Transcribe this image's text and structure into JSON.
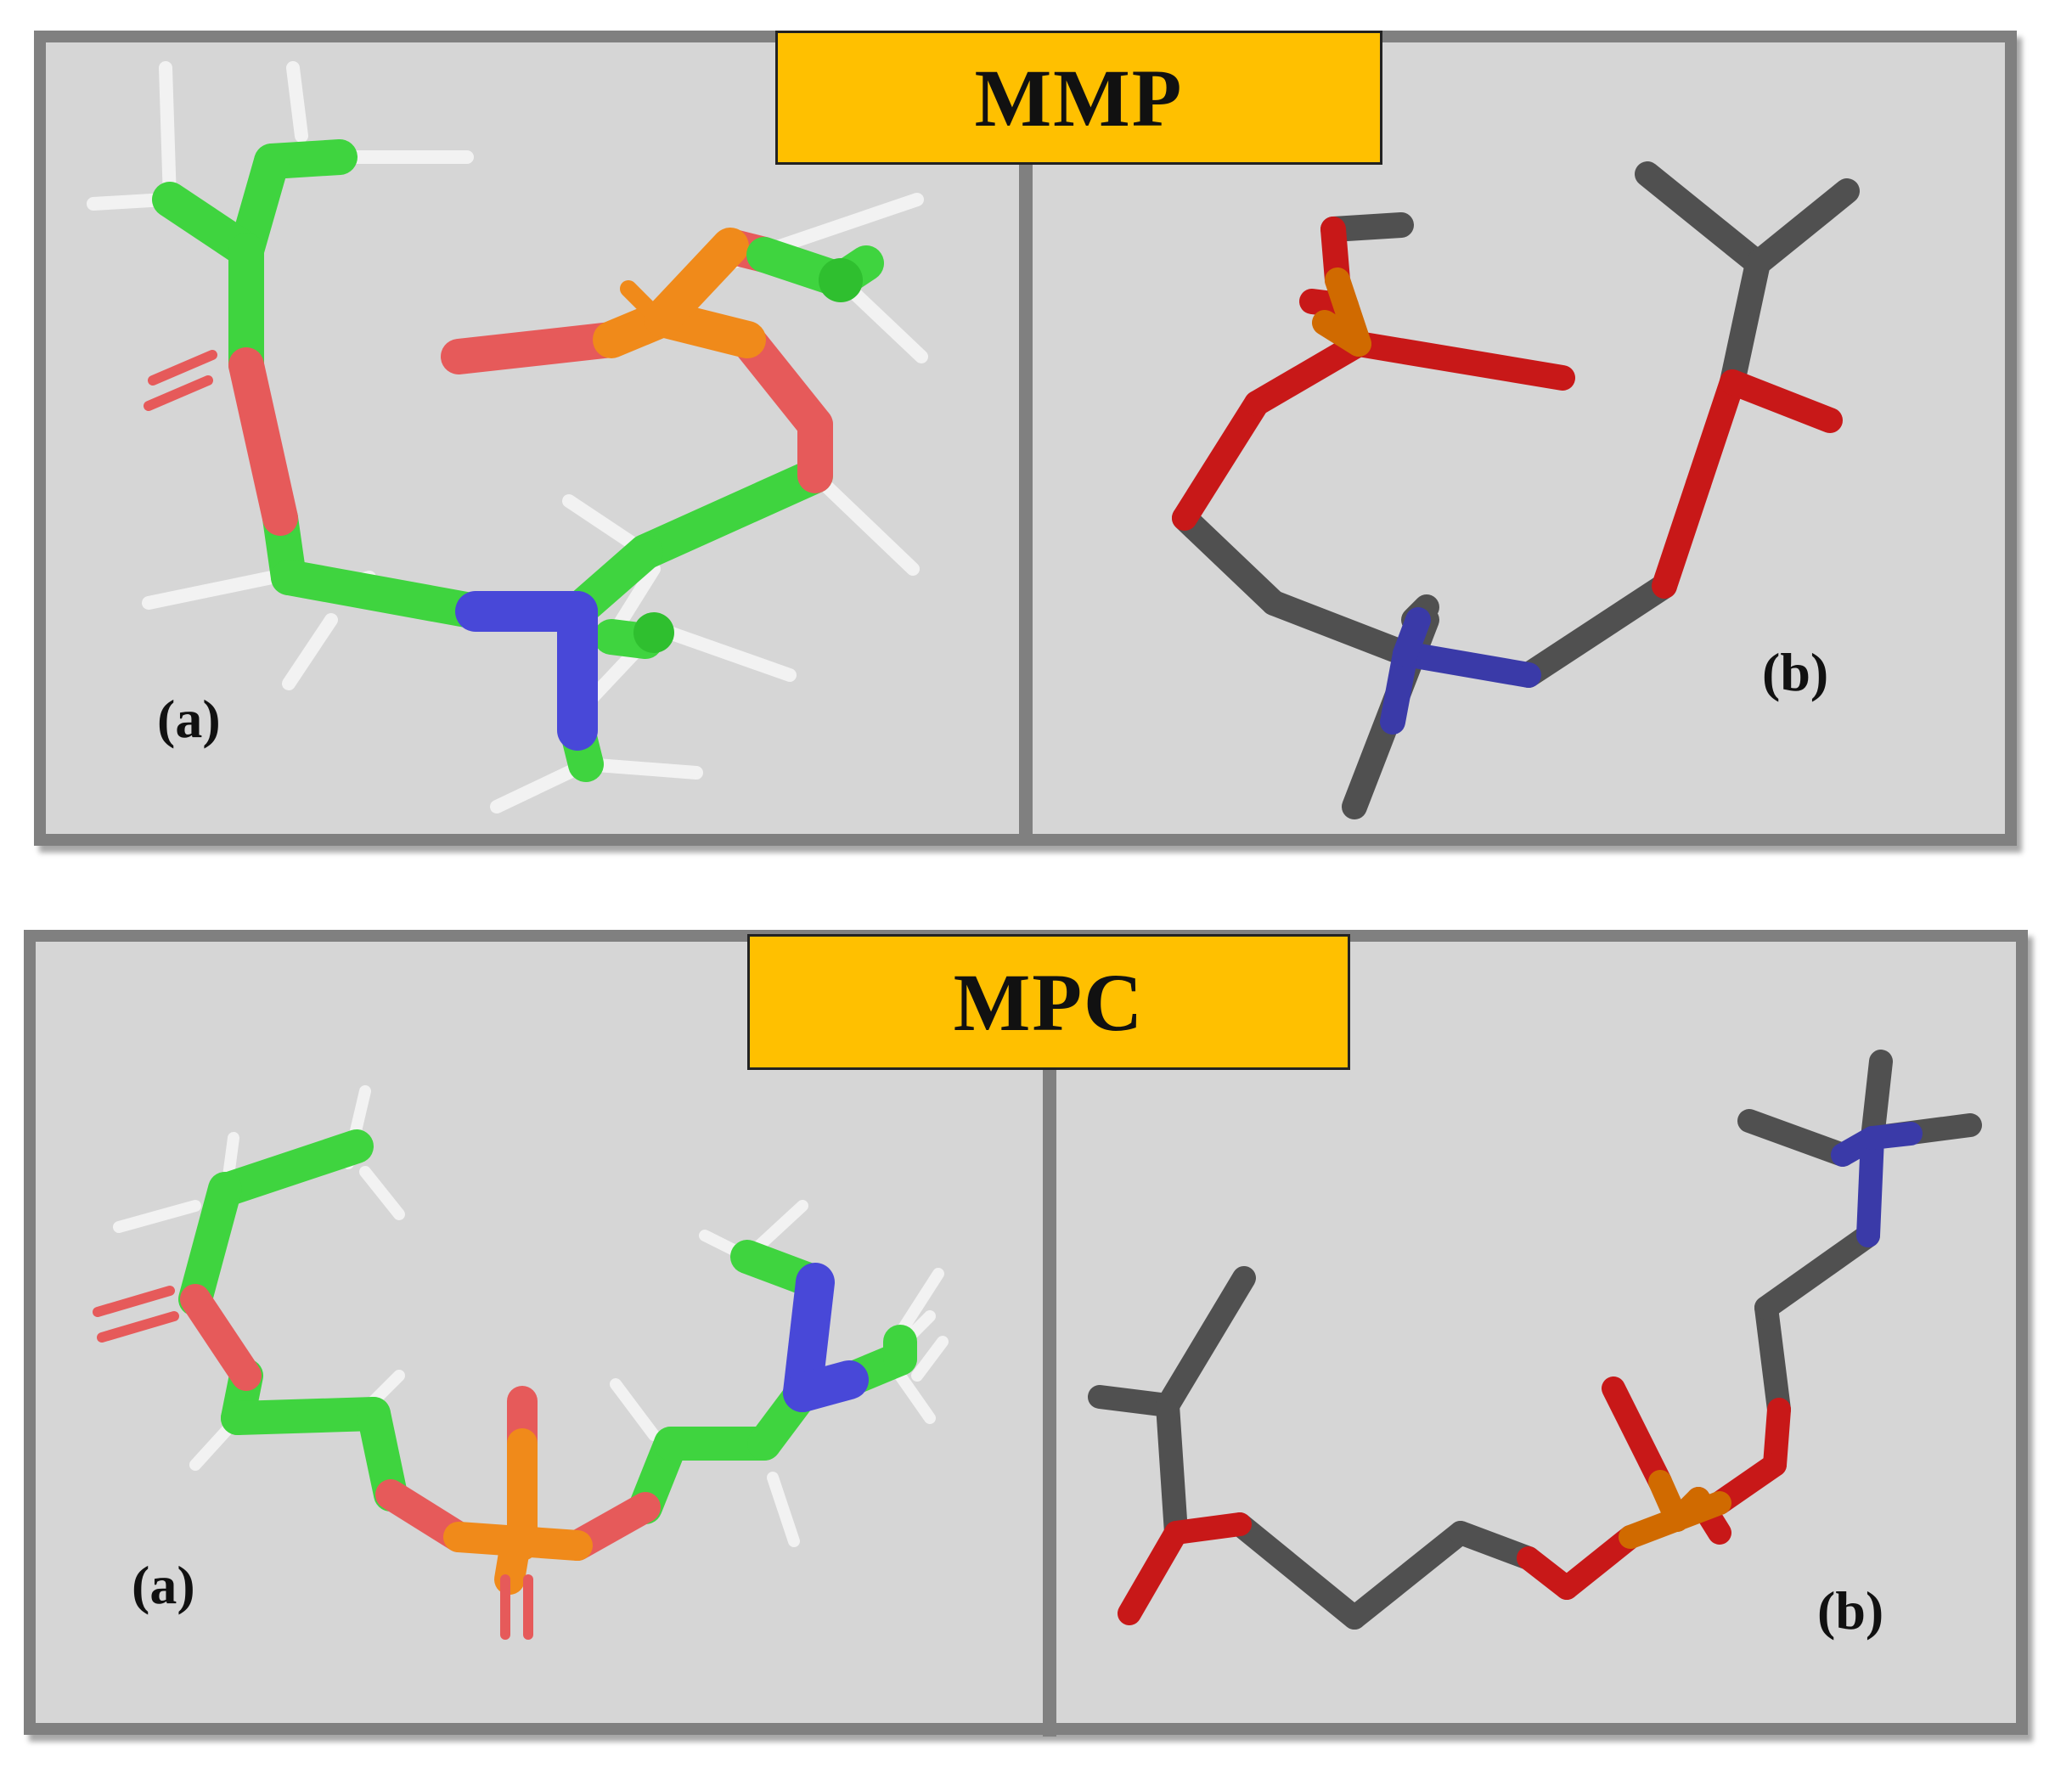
{
  "figure": {
    "top": {
      "title": "MMP",
      "label_a": "(a)",
      "label_b": "(b)"
    },
    "bottom": {
      "title": "MPC",
      "label_a": "(a)",
      "label_b": "(b)"
    }
  },
  "colors": {
    "carbon_green": "#3fd43f",
    "carbon_grey": "#505050",
    "oxygen": "#d02020",
    "nitrogen": "#3838c8",
    "phosphorus": "#e07800",
    "hydrogen": "#f2f2f2",
    "title_fill": "#ffc000",
    "panel_fill": "#d6d6d6",
    "frame": "#808080"
  },
  "icons": [
    "molecule-stick-model",
    "molecule-skeletal-model"
  ]
}
